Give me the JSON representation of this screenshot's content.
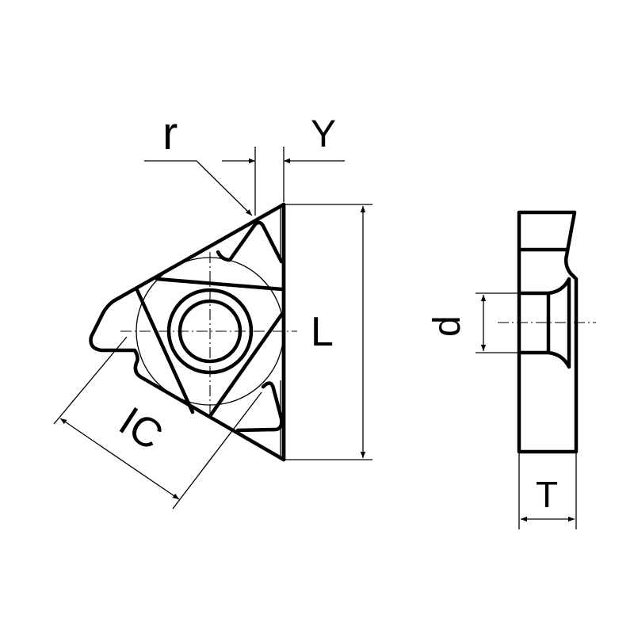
{
  "labels": {
    "r": "r",
    "y": "Y",
    "l": "L",
    "ic": "IC",
    "d": "d",
    "t": "T"
  },
  "colors": {
    "line": "#000000",
    "background": "#ffffff"
  }
}
